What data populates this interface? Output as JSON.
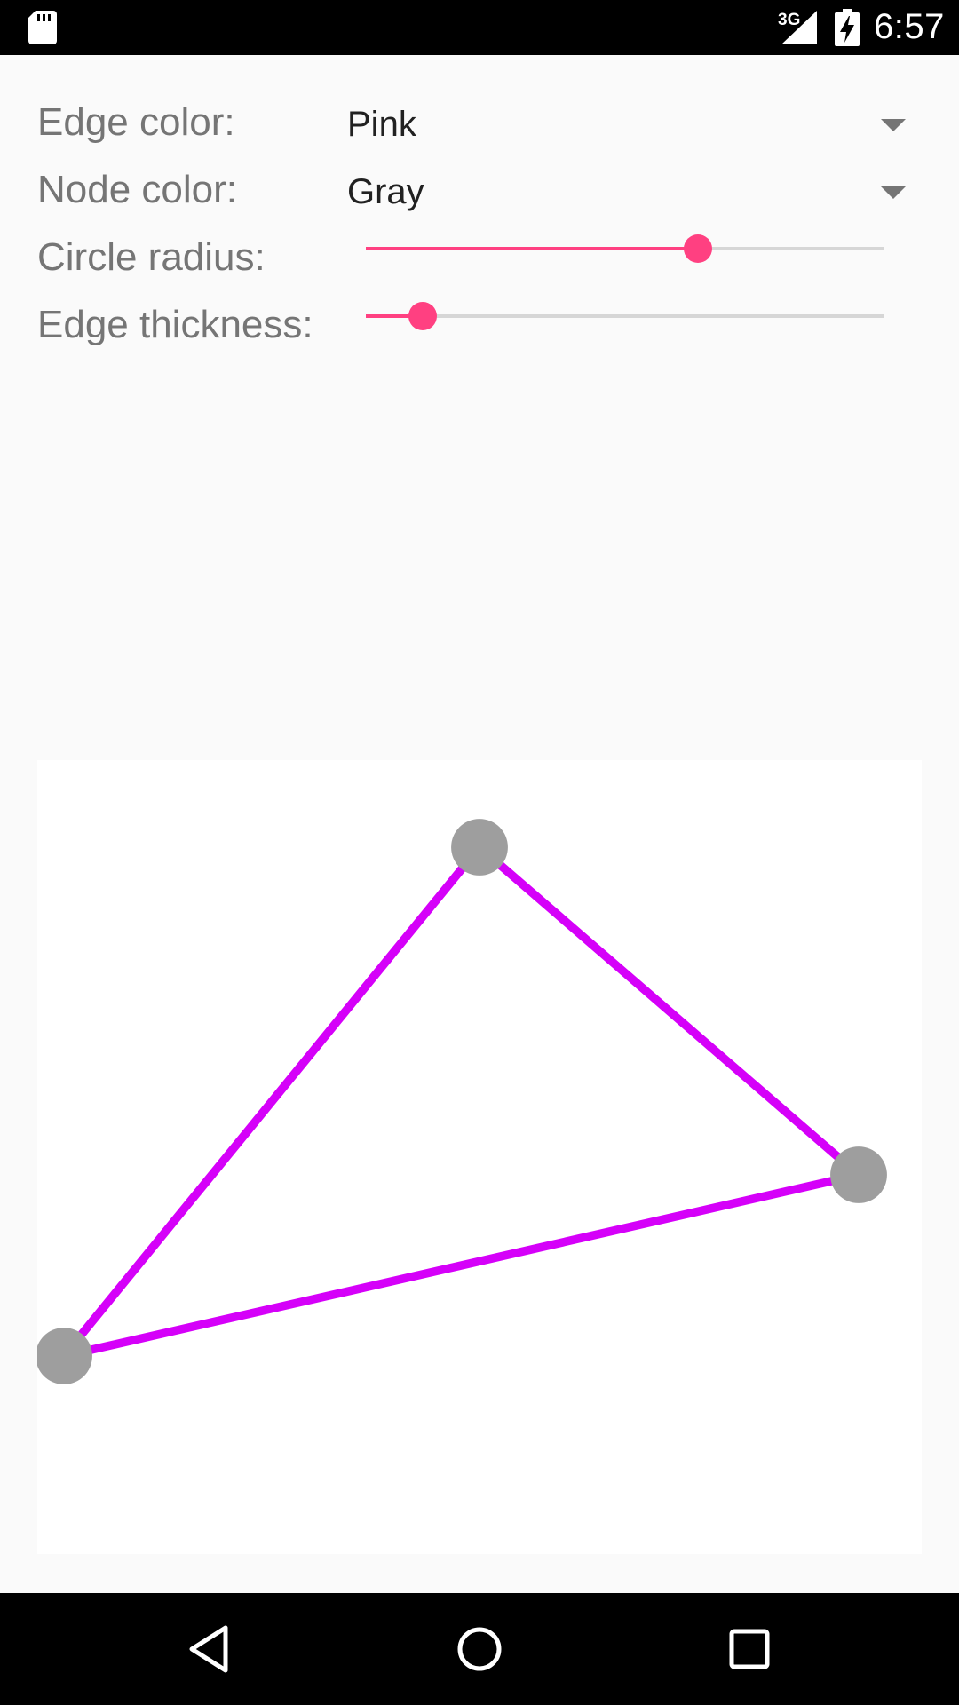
{
  "status_bar": {
    "network": "3G",
    "time": "6:57",
    "icons": [
      "sd-card-icon",
      "signal-icon",
      "battery-charging-icon"
    ]
  },
  "settings": {
    "edge_color": {
      "label": "Edge color:",
      "value": "Pink"
    },
    "node_color": {
      "label": "Node color:",
      "value": "Gray"
    },
    "circle_radius": {
      "label": "Circle radius:",
      "fraction": 0.64
    },
    "edge_thickness": {
      "label": "Edge thickness:",
      "fraction": 0.11
    }
  },
  "graph": {
    "edge_color": "#d500f9",
    "node_color": "#9e9e9e",
    "nodes": [
      "node-1",
      "node-2",
      "node-3"
    ]
  },
  "colors": {
    "accent": "#ff4081",
    "label_text": "#757575",
    "value_text": "#212121"
  },
  "nav_bar": {
    "icons": [
      "back-icon",
      "home-icon",
      "recents-icon"
    ]
  }
}
